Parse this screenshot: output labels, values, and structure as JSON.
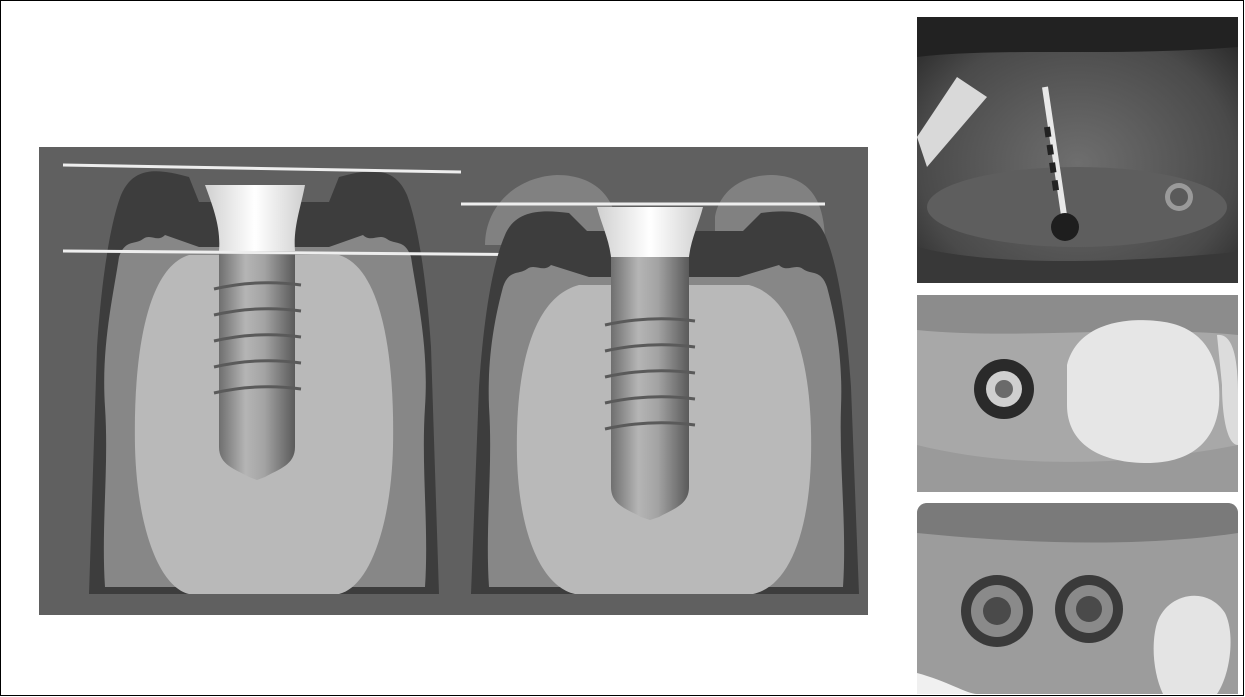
{
  "figure": {
    "panels": [
      {
        "id": "left",
        "description_hidden": true
      },
      {
        "id": "right"
      }
    ],
    "colors": {
      "background": "#606060",
      "cortical_bone": "#3d3d3d",
      "soft_tissue": "#878787",
      "cancellous_bone": "#b9b9b9",
      "reference_line": "#eeeeee",
      "implant": "#9a9a9a",
      "abutment": "#fafafa"
    },
    "icons": [
      "implant-left-icon",
      "implant-right-icon"
    ]
  },
  "photos": [
    {
      "name": "probing-photo"
    },
    {
      "name": "healing-abutment-photo"
    },
    {
      "name": "two-implants-photo"
    }
  ]
}
